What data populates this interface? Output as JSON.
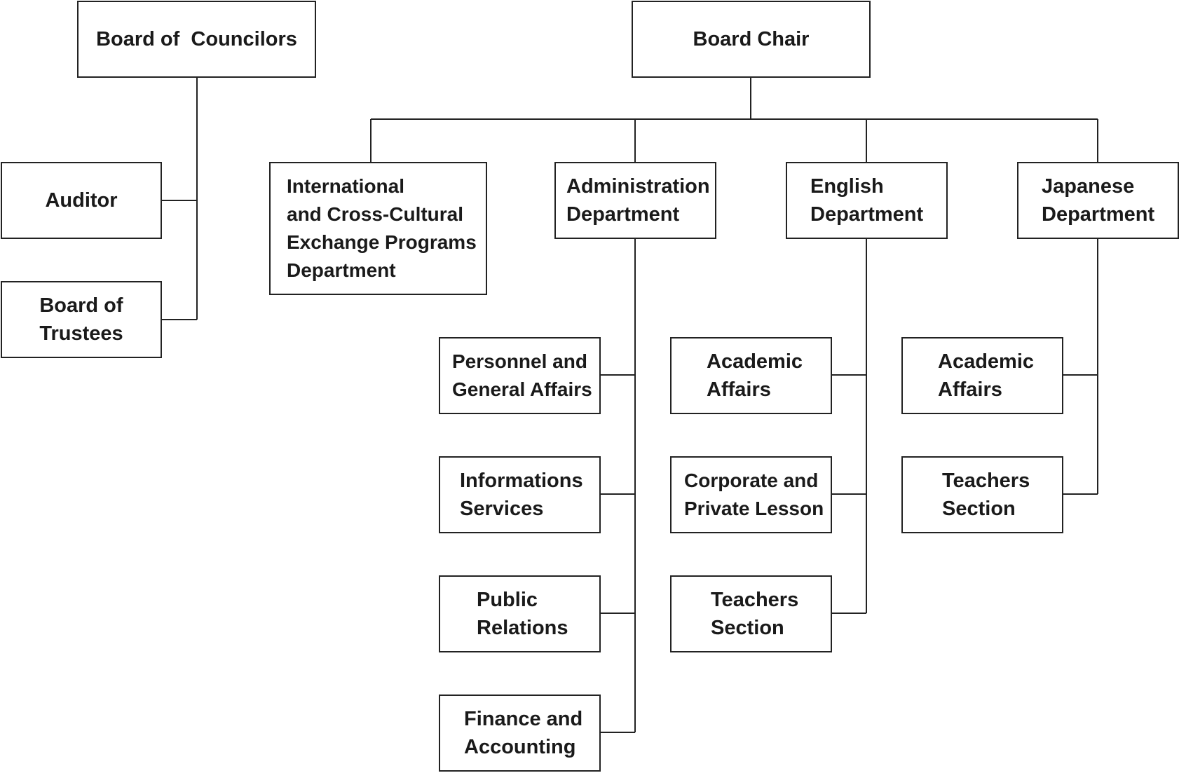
{
  "diagram": {
    "board_of_councilors": "Board of  Councilors",
    "board_chair": "Board Chair",
    "auditor": "Auditor",
    "board_of_trustees": "Board of\nTrustees",
    "international_department": "International\nand Cross-Cultural\nExchange Programs\nDepartment",
    "administration_department": "Administration\nDepartment",
    "english_department": "English\nDepartment",
    "japanese_department": "Japanese\nDepartment",
    "administration_sections": [
      "Personnel and\nGeneral Affairs",
      "Informations\nServices",
      "Public\nRelations",
      "Finance and\nAccounting"
    ],
    "english_sections": [
      "Academic\nAffairs",
      "Corporate and\nPrivate Lesson",
      "Teachers\nSection"
    ],
    "japanese_sections": [
      "Academic\nAffairs",
      "Teachers\nSection"
    ],
    "colors": {
      "line": "#222222",
      "text": "#1a1a1a",
      "box_fill": "#ffffff"
    }
  }
}
